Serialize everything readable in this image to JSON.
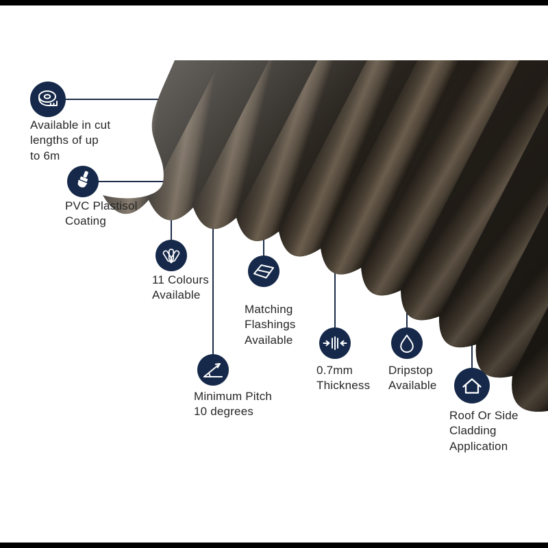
{
  "colors": {
    "background": "#ffffff",
    "border_bar": "#000000",
    "icon_bg": "#16294a",
    "icon_fg": "#ffffff",
    "connector": "#1c2b48",
    "text": "#262626",
    "sheet_shadow": "#231e18",
    "sheet_mid": "#4d4336",
    "sheet_light": "#6b5e4e"
  },
  "sheet": {
    "subject": "brown corrugated roofing sheet"
  },
  "features": [
    {
      "icon": "tape-measure-icon",
      "label": "Available in cut\nlengths of up\nto 6m"
    },
    {
      "icon": "paintbrush-icon",
      "label": "PVC Plastisol\nCoating"
    },
    {
      "icon": "colour-fan-icon",
      "label": "11 Colours\nAvailable"
    },
    {
      "icon": "flashing-icon",
      "label": "Matching\nFlashings\nAvailable"
    },
    {
      "icon": "pitch-angle-icon",
      "label": "Minimum Pitch\n10 degrees"
    },
    {
      "icon": "thickness-icon",
      "label": "0.7mm\nThickness"
    },
    {
      "icon": "droplet-icon",
      "label": "Dripstop\nAvailable"
    },
    {
      "icon": "house-icon",
      "label": "Roof Or Side\nCladding\nApplication"
    }
  ]
}
